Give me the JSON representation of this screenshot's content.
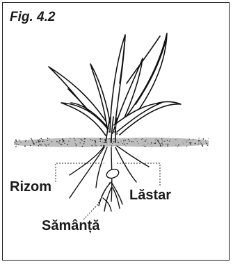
{
  "figure": {
    "caption": "Fig. 4.2",
    "labels": {
      "rhizome": "Rizom",
      "shoot": "Lăstar",
      "seed": "Sămânță"
    },
    "illustration": "grass-plant-drawing"
  }
}
